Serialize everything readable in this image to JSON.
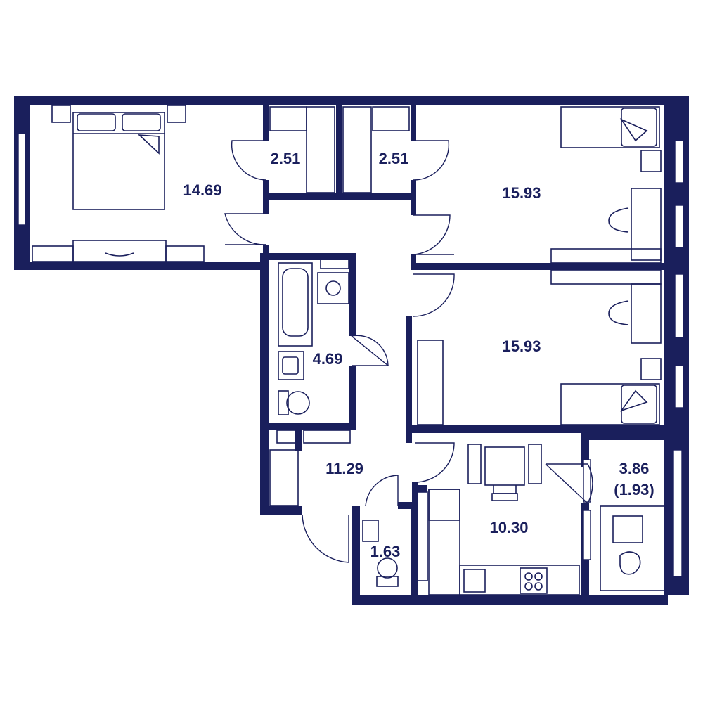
{
  "plan": {
    "colors": {
      "wall": "#1a1f5c",
      "background": "#ffffff"
    },
    "rooms": [
      {
        "id": "bedroom-master",
        "area": "14.69"
      },
      {
        "id": "closet-left",
        "area": "2.51"
      },
      {
        "id": "closet-right",
        "area": "2.51"
      },
      {
        "id": "bedroom-top-right",
        "area": "15.93"
      },
      {
        "id": "bedroom-middle-right",
        "area": "15.93"
      },
      {
        "id": "bathroom",
        "area": "4.69"
      },
      {
        "id": "hallway",
        "area": "11.29"
      },
      {
        "id": "toilet",
        "area": "1.63"
      },
      {
        "id": "kitchen",
        "area": "10.30"
      },
      {
        "id": "balcony",
        "area": "3.86",
        "area_reduced": "(1.93)"
      }
    ]
  }
}
